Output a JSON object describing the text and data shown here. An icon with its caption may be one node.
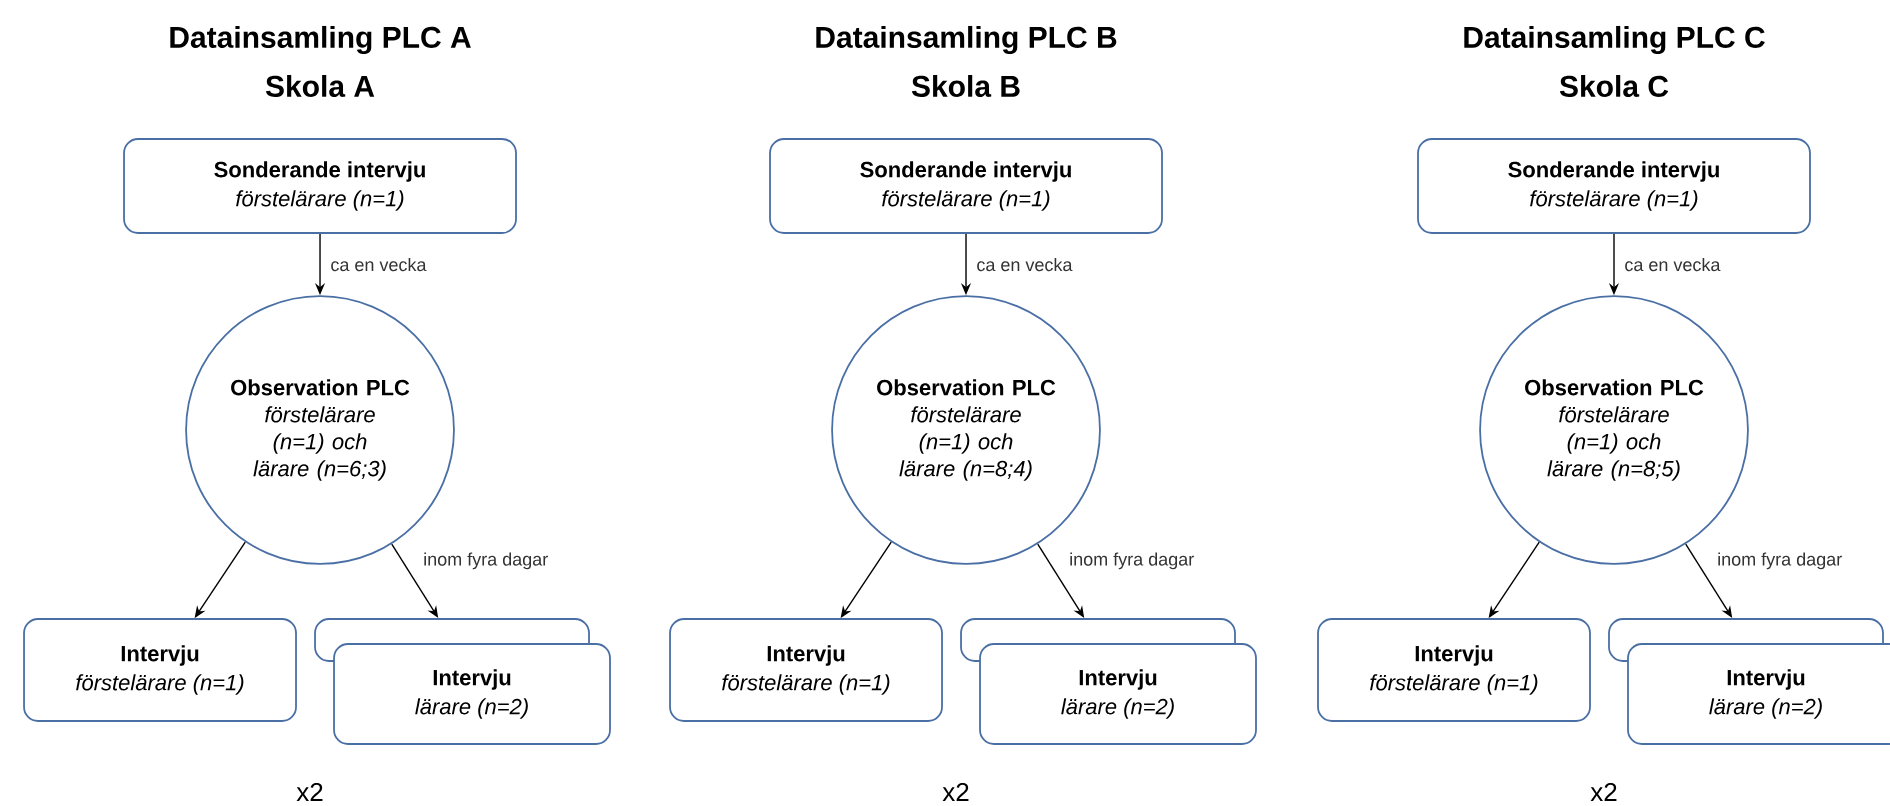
{
  "diagram": {
    "nodes": [
      {
        "text": [
          "Sonderande intervju",
          "förstelärare (n=1)"
        ]
      },
      {
        "text": [
          "Observation PLC",
          "förstelärare (n=1) och lärare (n=6;3)"
        ]
      },
      {
        "text": [
          "Intervju",
          "förstelärare (n=1)"
        ]
      },
      {
        "text": [],
        "shape": "box"
      },
      {
        "text": [
          "Intervju",
          "lärare (n=2)"
        ]
      },
      {
        "text": [
          "Sonderande intervju",
          "förstelärare (n=1)"
        ]
      },
      {
        "text": [
          "Observation PLC",
          "förstelärare (n=1) och lärare (n=8;4)"
        ]
      },
      {
        "text": [
          "Intervju",
          "förstelärare (n=1)"
        ]
      },
      {
        "text": [],
        "shape": "box"
      },
      {
        "text": [
          "Intervju",
          "lärare (n=2)"
        ]
      },
      {
        "text": [
          "Sonderande intervju",
          "förstelärare (n=1)"
        ]
      },
      {
        "text": [
          "Observation PLC",
          "förstelärare (n=1) och lärare (n=8;5)"
        ]
      },
      {
        "text": [
          "Intervju",
          "förstelärare (n=1)"
        ]
      },
      {
        "text": [],
        "shape": "box"
      },
      {
        "text": [
          "Intervju",
          "lärare (n=2)"
        ]
      }
    ],
    "edges": [
      {
        "from": 0,
        "to": 1,
        "arrow": "to",
        "label": "ca en vecka"
      },
      {
        "from": 1,
        "to": 2,
        "arrow": "to"
      },
      {
        "from": 1,
        "to": 3,
        "arrow": "to",
        "label": "inom fyra dagar"
      },
      {
        "from": 5,
        "to": 6,
        "arrow": "to",
        "label": "ca en vecka"
      },
      {
        "from": 6,
        "to": 7,
        "arrow": "to"
      },
      {
        "from": 6,
        "to": 8,
        "arrow": "to",
        "label": "inom fyra dagar"
      },
      {
        "from": 10,
        "to": 11,
        "arrow": "to",
        "label": "ca en vecka"
      },
      {
        "from": 11,
        "to": 12,
        "arrow": "to"
      },
      {
        "from": 11,
        "to": 13,
        "arrow": "to",
        "label": "inom fyra dagar"
      }
    ],
    "labels": [
      "Datainsamling PLC A",
      "Datainsamling PLC B",
      "Datainsamling PLC C",
      "Skola A",
      "Skola B",
      "Skola C",
      "x2",
      "x2",
      "x2"
    ]
  }
}
